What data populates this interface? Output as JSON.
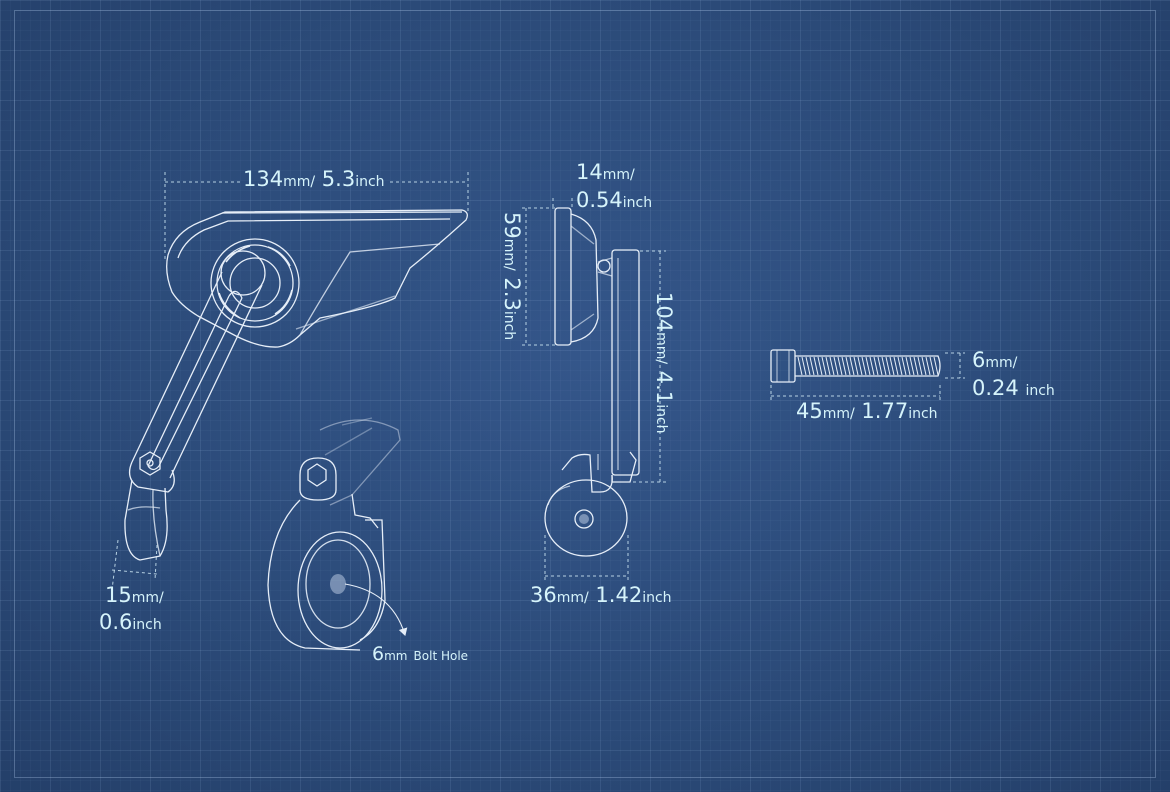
{
  "dimensions": {
    "mirror_width": {
      "mm_value": "134",
      "mm_unit": "mm",
      "sep": "/",
      "inch_value": "5.3",
      "inch_unit": "inch"
    },
    "clamp_width": {
      "mm_value": "15",
      "mm_unit": "mm",
      "sep": "/",
      "inch_value": "0.6",
      "inch_unit": "inch"
    },
    "mirror_depth": {
      "mm_value": "14",
      "mm_unit": "mm",
      "sep": "/",
      "inch_value": "0.54",
      "inch_unit": "inch"
    },
    "mirror_height": {
      "mm_value": "59",
      "mm_unit": "mm",
      "sep": "/",
      "inch_value": "2.3",
      "inch_unit": "inch"
    },
    "arm_length": {
      "mm_value": "104",
      "mm_unit": "mm",
      "sep": "/",
      "inch_value": "4.1",
      "inch_unit": "inch"
    },
    "clamp_diameter": {
      "mm_value": "36",
      "mm_unit": "mm",
      "sep": "/",
      "inch_value": "1.42",
      "inch_unit": "inch"
    },
    "bolt_diameter": {
      "mm_value": "6",
      "mm_unit": "mm",
      "sep": "/",
      "inch_value": "0.24",
      "inch_unit": "inch"
    },
    "bolt_length": {
      "mm_value": "45",
      "mm_unit": "mm",
      "sep": "/",
      "inch_value": "1.77",
      "inch_unit": "inch"
    }
  },
  "callouts": {
    "bolt_hole": {
      "value": "6",
      "unit": "mm",
      "text": "Bolt Hole"
    }
  },
  "colors": {
    "background": "#2d4c7b",
    "line": "#e6eef8",
    "label": "#d6f4fb"
  }
}
